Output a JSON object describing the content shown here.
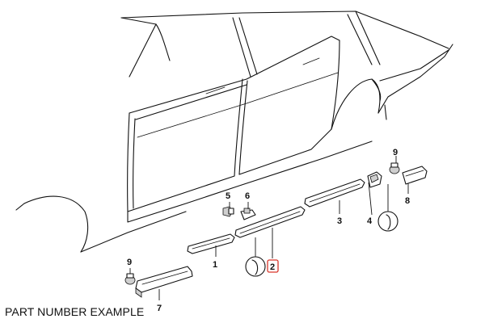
{
  "caption": "PART NUMBER EXAMPLE",
  "highlight_color": "#d9362b",
  "callouts": {
    "c1": "1",
    "c2": "2",
    "c3": "3",
    "c4": "4",
    "c5": "5",
    "c6": "6",
    "c7": "7",
    "c8": "8",
    "c9a": "9",
    "c9b": "9"
  },
  "highlighted_callout": "2"
}
